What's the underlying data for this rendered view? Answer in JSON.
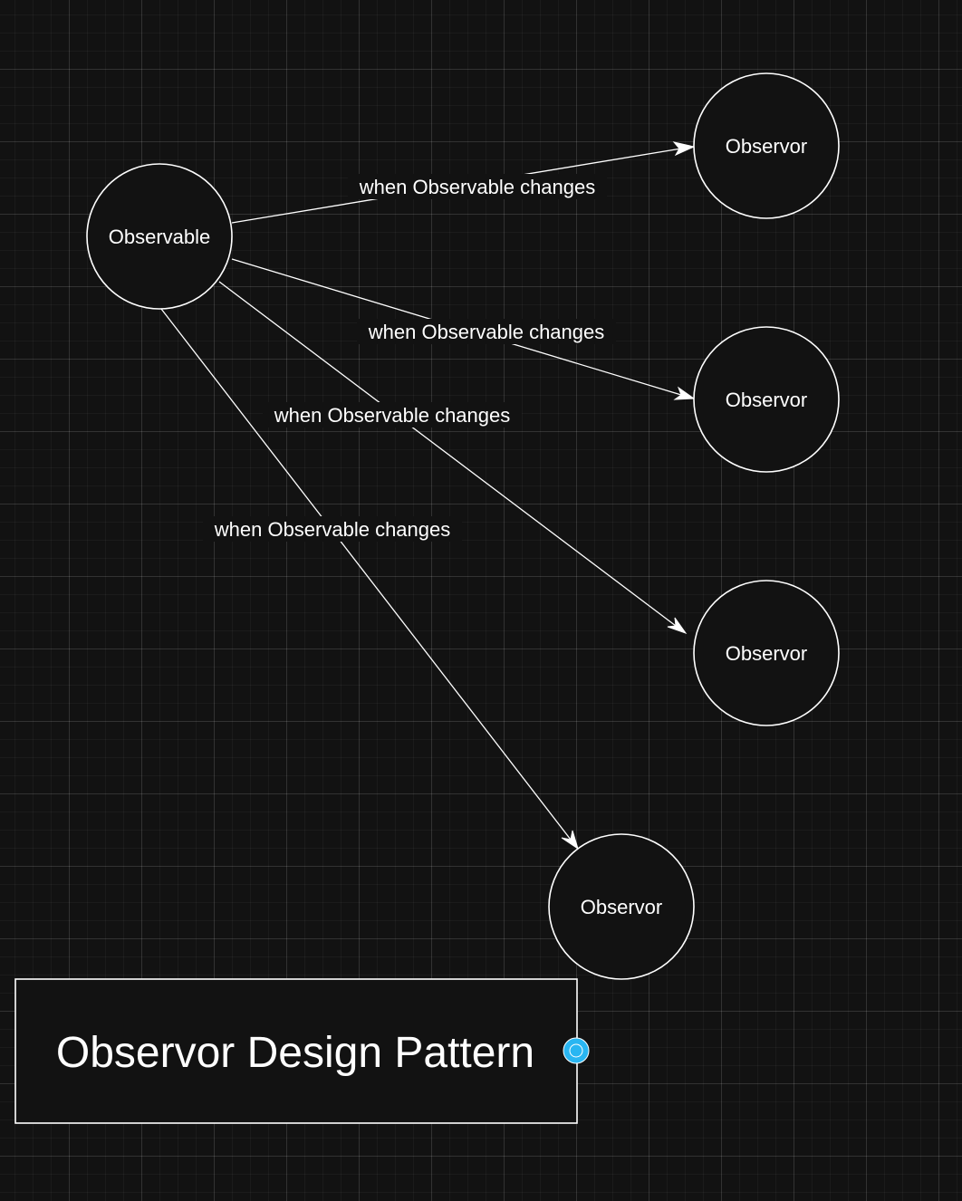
{
  "diagram": {
    "title": "Observor Design Pattern",
    "subject": {
      "label": "Observable"
    },
    "observers": [
      {
        "label": "Observor"
      },
      {
        "label": "Observor"
      },
      {
        "label": "Observor"
      },
      {
        "label": "Observor"
      }
    ],
    "edges": [
      {
        "label": "when Observable changes"
      },
      {
        "label": "when Observable changes"
      },
      {
        "label": "when Observable changes"
      },
      {
        "label": "when Observable changes"
      }
    ]
  },
  "colors": {
    "background": "#121212",
    "stroke": "#ffffff",
    "handle": "#29b6f2"
  }
}
